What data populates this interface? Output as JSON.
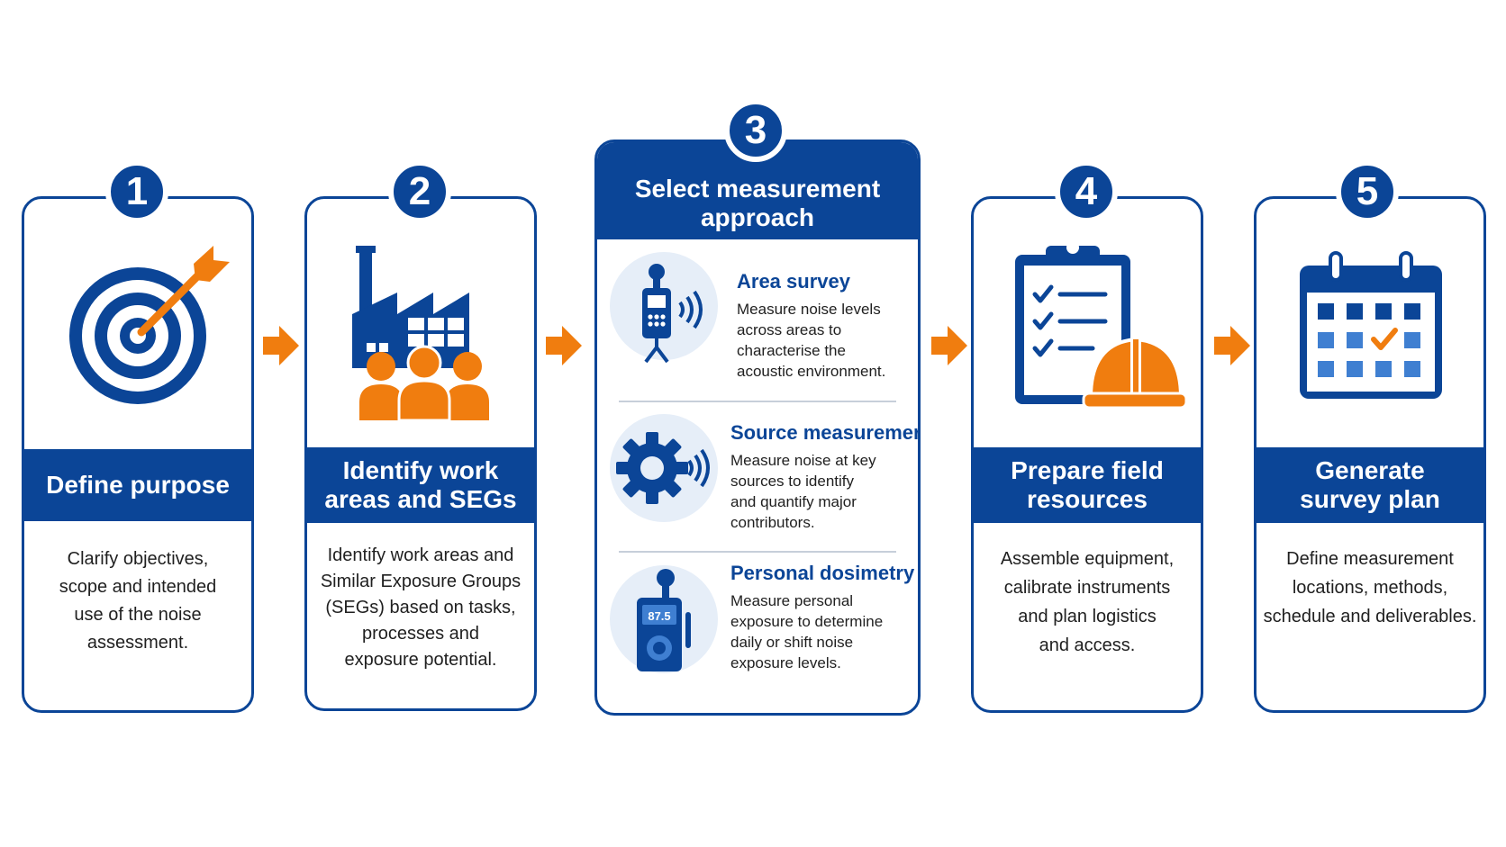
{
  "colors": {
    "primary": "#0b4597",
    "accent": "#f07d0f",
    "light": "#e6eef8",
    "mid": "#3f7fd1"
  },
  "steps": [
    {
      "number": "1",
      "title": "Define purpose",
      "icon": "target-icon",
      "description": "Clarify objectives,\nscope and intended\nuse of the noise\nassessment."
    },
    {
      "number": "2",
      "title": "Identify work\nareas and SEGs",
      "icon": "factory-workers-icon",
      "description": "Identify work areas and\nSimilar Exposure Groups\n(SEGs) based on tasks,\nprocesses and\nexposure potential."
    },
    {
      "number": "3",
      "title": "Select measurement\napproach",
      "approaches": [
        {
          "title": "Area survey",
          "icon": "sound-level-meter-icon",
          "description": "Measure noise levels\nacross areas to\ncharacterise the\nacoustic environment."
        },
        {
          "title": "Source measuremert",
          "icon": "gear-sound-icon",
          "description": "Measure noise at key\nsources to identify\nand quantify major\ncontributors."
        },
        {
          "title": "Personal dosimetry",
          "icon": "dosimeter-icon",
          "display": "87.5",
          "description": "Measure personal\nexposure to determine\ndaily or shift noise\nexposure levels."
        }
      ]
    },
    {
      "number": "4",
      "title": "Prepare field\nresources",
      "icon": "clipboard-hardhat-icon",
      "description": "Assemble equipment,\ncalibrate instruments\nand plan logistics\nand access."
    },
    {
      "number": "5",
      "title": "Generate\nsurvey plan",
      "icon": "calendar-icon",
      "description": "Define measurement\nlocations, methods,\nschedule and deliverables."
    }
  ]
}
